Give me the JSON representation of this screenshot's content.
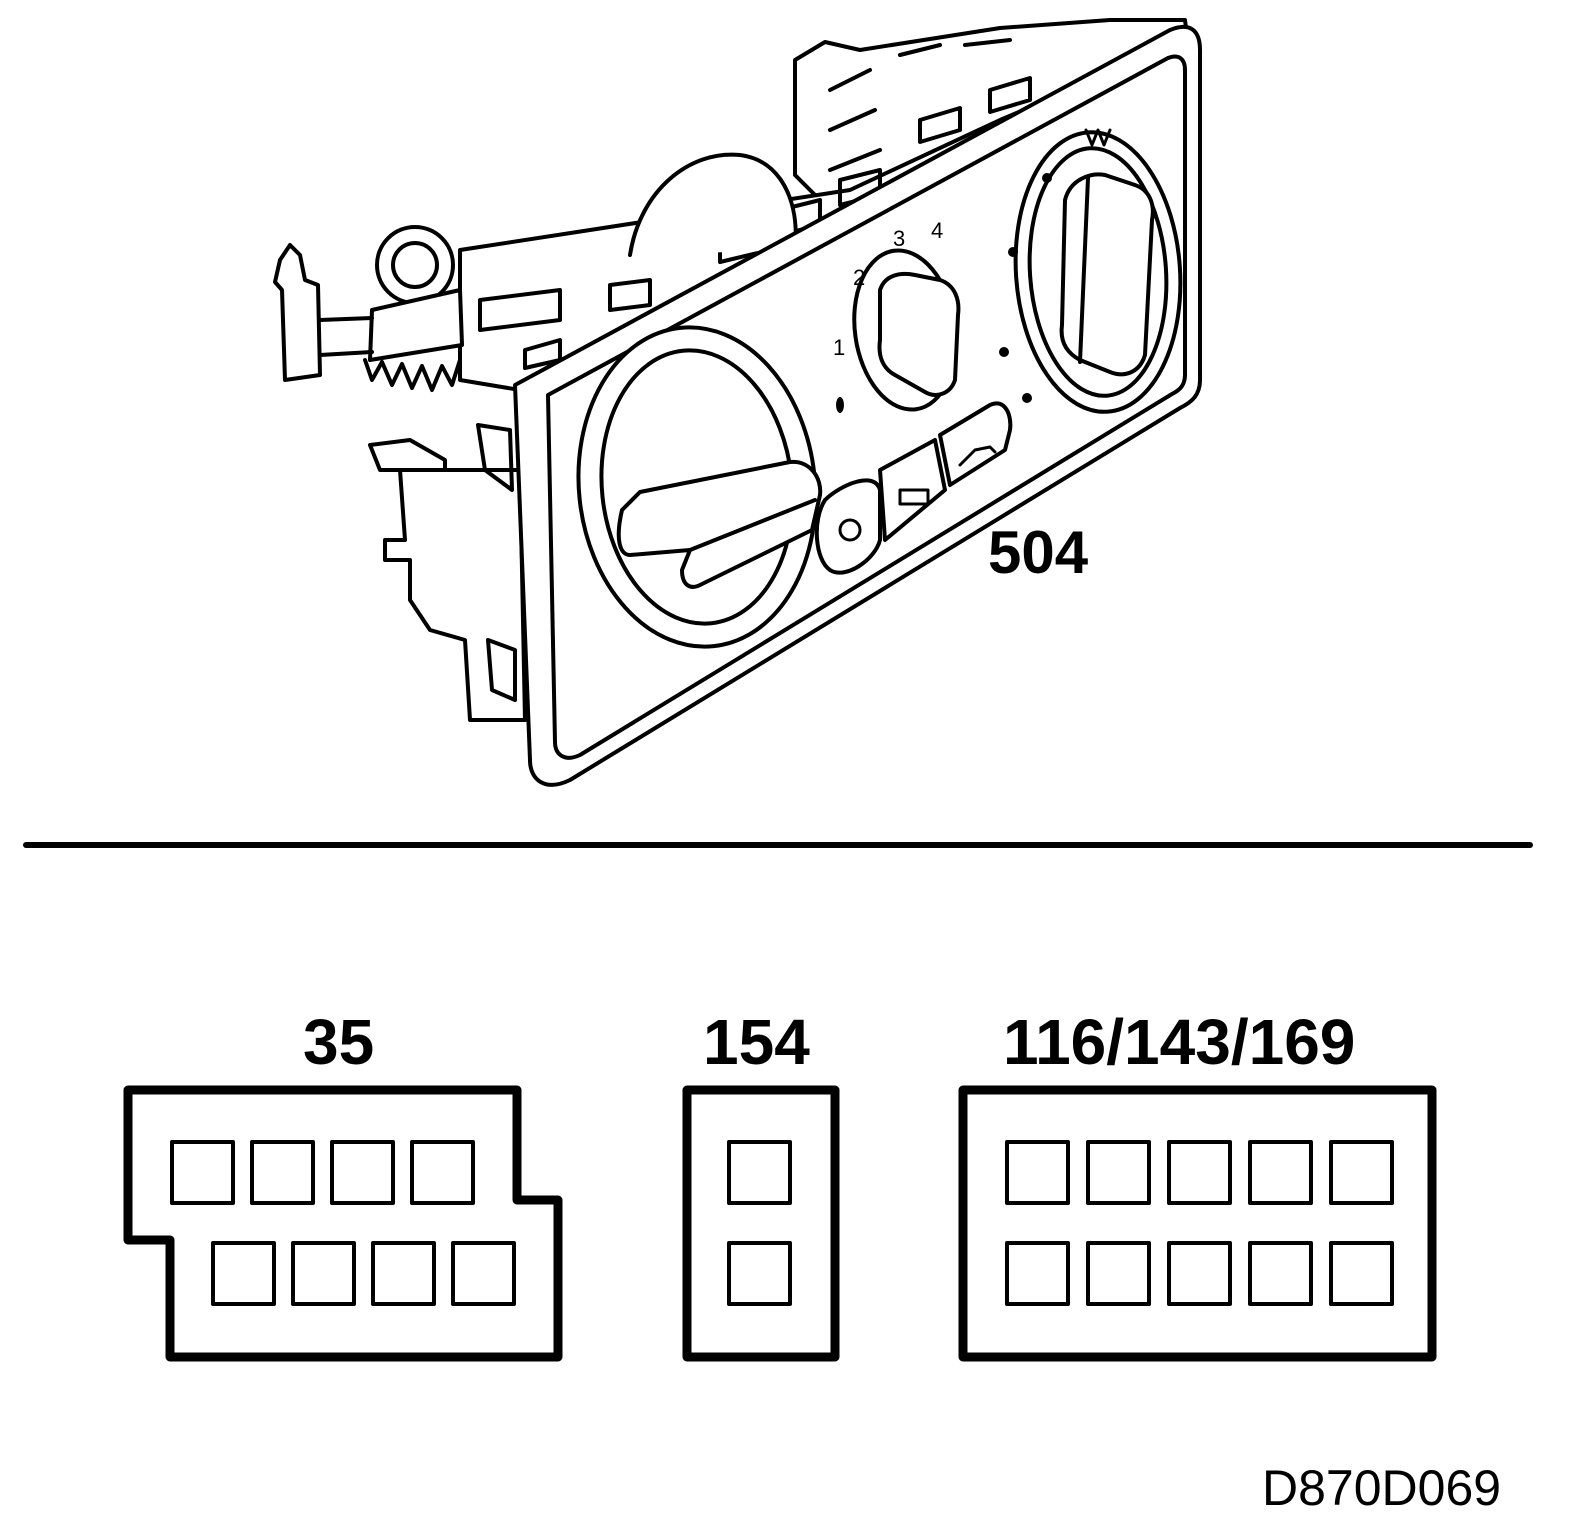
{
  "module": {
    "label": "504",
    "fan_speeds": [
      "1",
      "2",
      "3",
      "4"
    ]
  },
  "connectors": [
    {
      "label": "35",
      "rows": [
        4,
        4
      ]
    },
    {
      "label": "154",
      "rows": [
        1,
        1
      ]
    },
    {
      "label": "116/143/169",
      "rows": [
        5,
        5
      ]
    }
  ],
  "drawing_code": "D870D069",
  "colors": {
    "ink": "#000000",
    "paper": "#ffffff"
  }
}
